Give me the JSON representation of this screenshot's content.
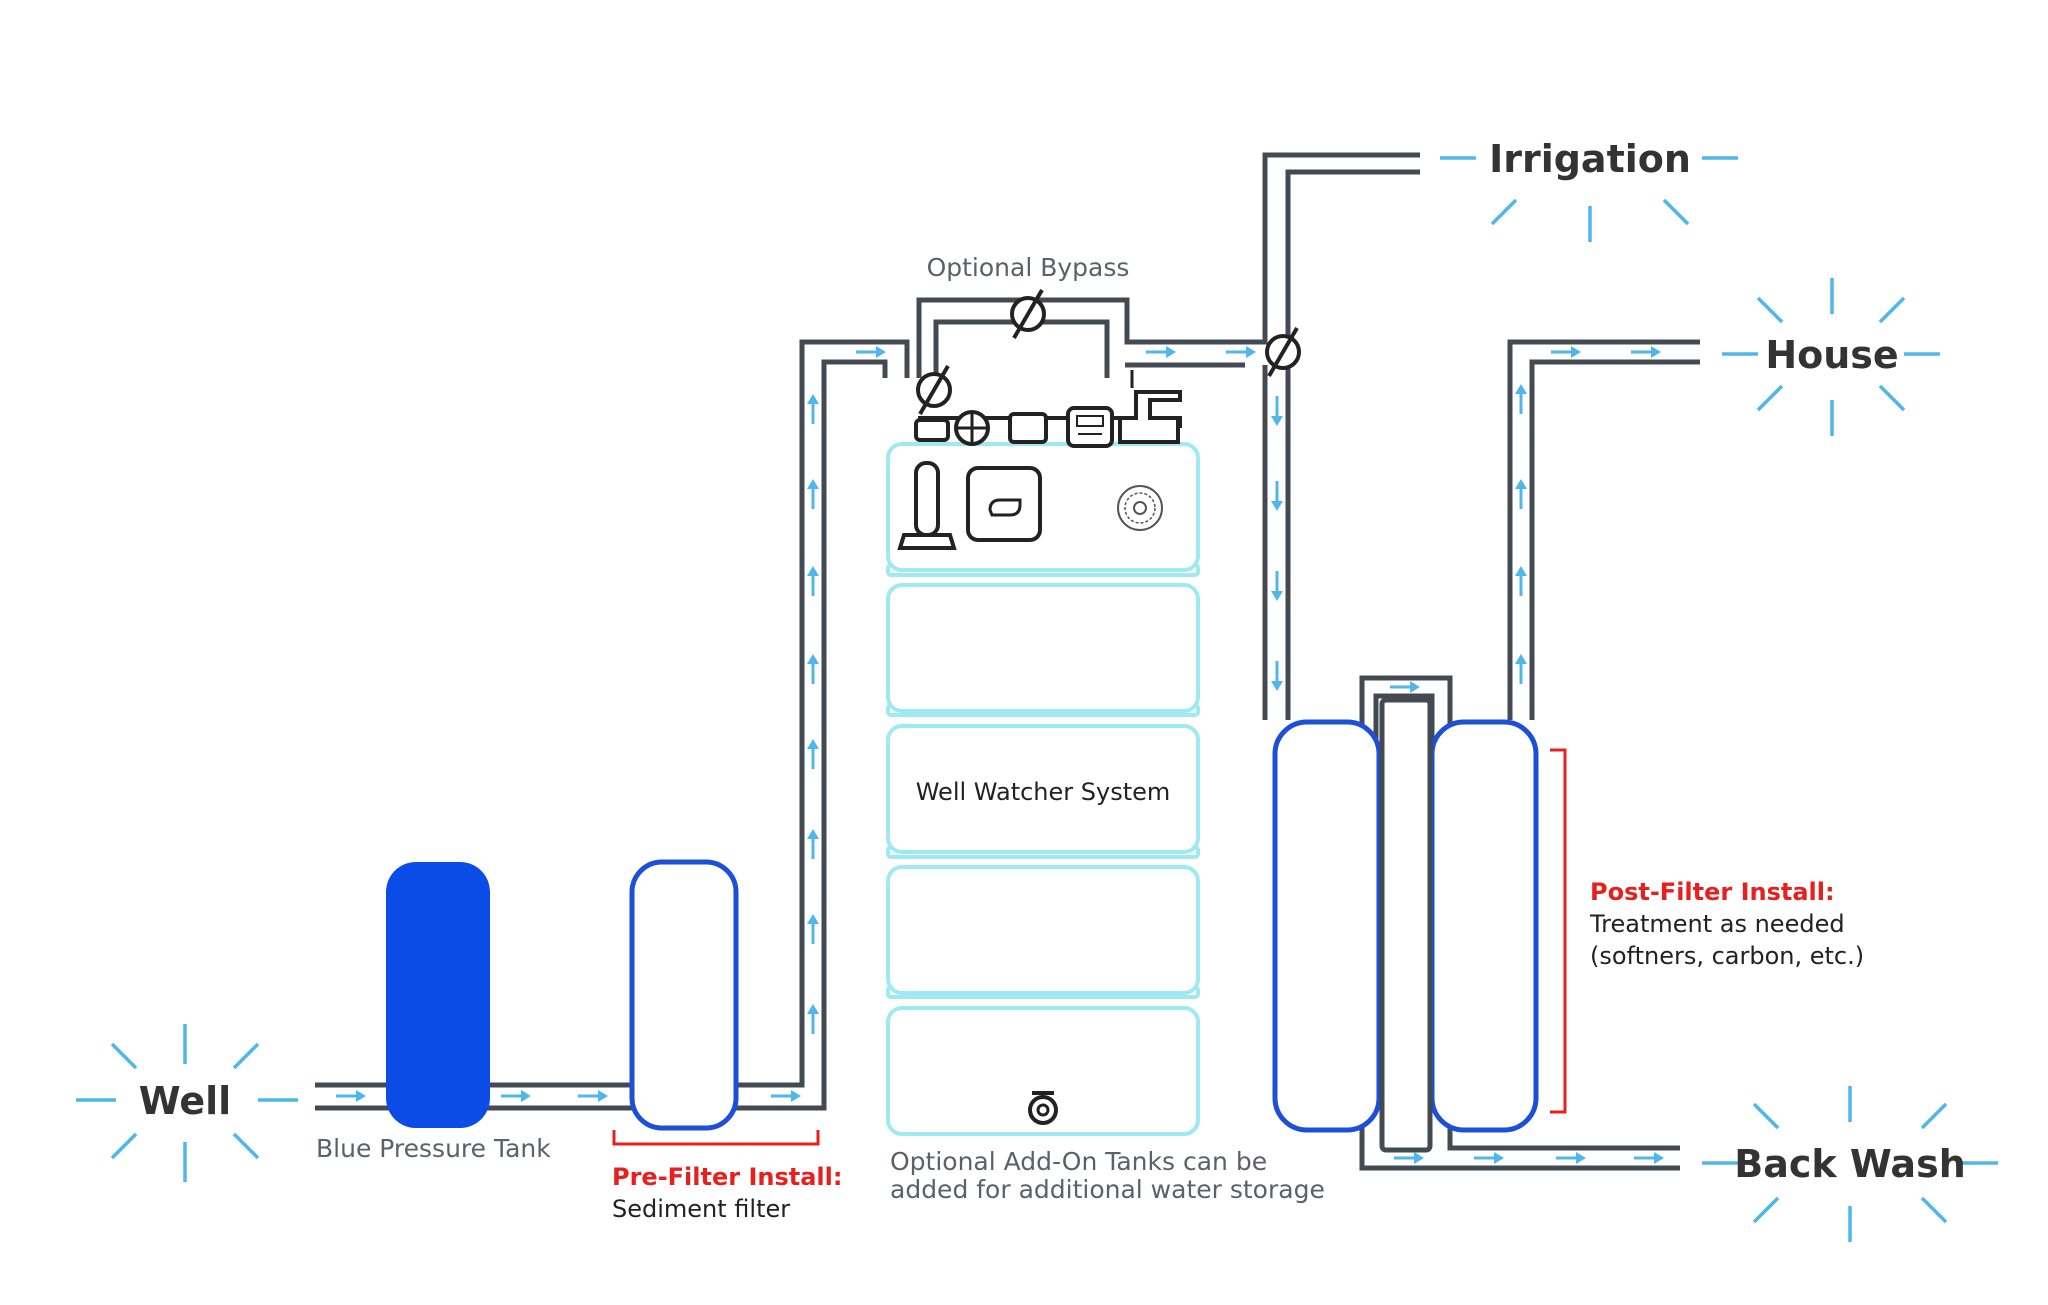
{
  "endpoints": {
    "well": "Well",
    "irrigation": "Irrigation",
    "house": "House",
    "back_wash": "Back Wash"
  },
  "labels": {
    "optional_bypass": "Optional Bypass",
    "well_watcher_system": "Well Watcher System",
    "blue_pressure_tank": "Blue Pressure Tank",
    "pre_filter_title": "Pre-Filter Install:",
    "pre_filter_desc": "Sediment filter",
    "addon_line1": "Optional Add-On Tanks can be",
    "addon_line2": "added for additional water storage",
    "post_filter_title": "Post-Filter Install:",
    "post_filter_line1": "Treatment as needed",
    "post_filter_line2": "(softners, carbon, etc.)"
  },
  "colors": {
    "pipe": "#444a52",
    "flow_arrow": "#4fb7ea",
    "tank_blue": "#0b4be6",
    "tank_outline_blue": "#1e4fd8",
    "tank_outline_cyan": "#9eeaf0",
    "accent_red": "#e8201d"
  },
  "icons": [
    "shutoff-valve-icon",
    "pressure-gauge-icon",
    "meter-icon",
    "spigot-icon",
    "uv-filter-icon",
    "control-panel-icon",
    "well-watcher-logo",
    "drain-plug-icon"
  ]
}
